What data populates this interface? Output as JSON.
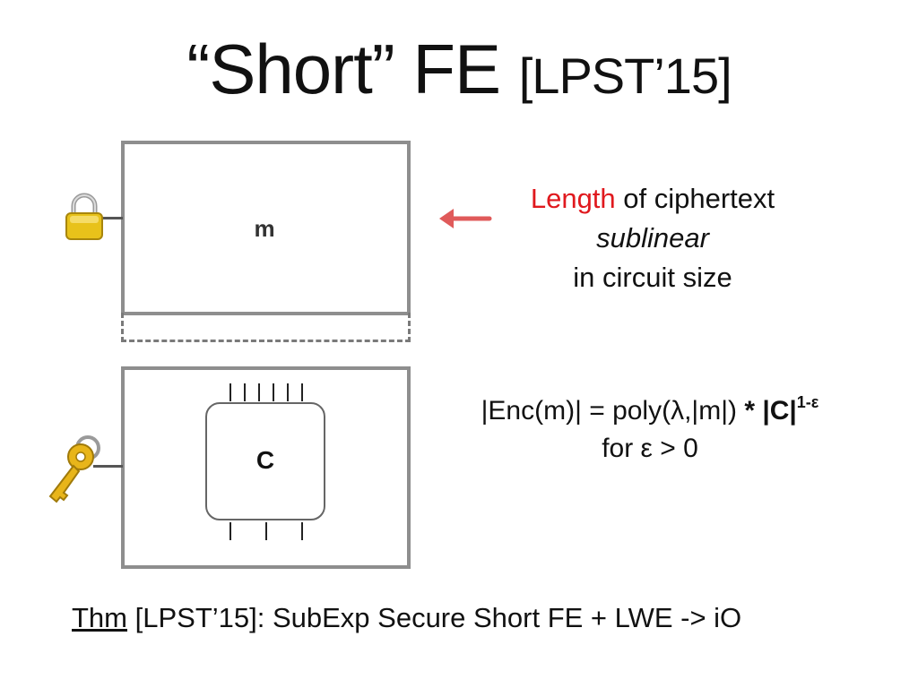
{
  "title": {
    "main": "“Short” FE",
    "citation": "[LPST’15]"
  },
  "diagram": {
    "message_label": "m",
    "circuit_label": "C"
  },
  "length_note": {
    "keyword": "Length",
    "line1_rest": " of ciphertext",
    "line2": "sublinear",
    "line3": "in circuit size"
  },
  "formula": {
    "lhs": "|Enc(m)| = poly(λ,|m|) ",
    "op": "* |C|",
    "exponent": "1-ε",
    "condition": "for ε > 0"
  },
  "theorem": {
    "label": "Thm",
    "text": " [LPST’15]: SubExp Secure Short FE + LWE -> iO"
  },
  "icons": {
    "lock": "padlock-icon",
    "key": "key-icon",
    "arrow": "left-arrow-icon"
  },
  "colors": {
    "accent_red": "#e0191e",
    "box_border": "#8e8e8e"
  }
}
